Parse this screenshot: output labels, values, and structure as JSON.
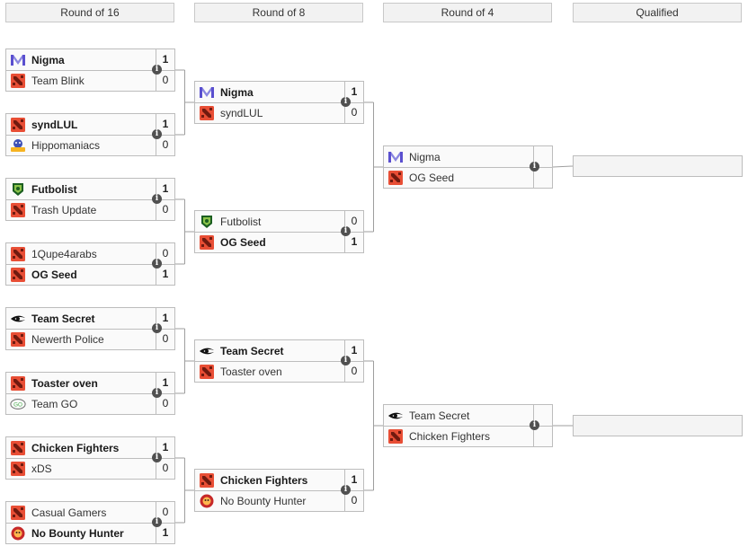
{
  "headers": [
    "Round of 16",
    "Round of 8",
    "Round of 4",
    "Qualified"
  ],
  "round16": [
    {
      "teams": [
        {
          "name": "Nigma",
          "score": "1",
          "logo": "nigma",
          "win": true
        },
        {
          "name": "Team Blink",
          "score": "0",
          "logo": "dota",
          "win": false
        }
      ]
    },
    {
      "teams": [
        {
          "name": "syndLUL",
          "score": "1",
          "logo": "dota",
          "win": true
        },
        {
          "name": "Hippomaniacs",
          "score": "0",
          "logo": "hippo",
          "win": false
        }
      ]
    },
    {
      "teams": [
        {
          "name": "Futbolist",
          "score": "1",
          "logo": "futbolist",
          "win": true
        },
        {
          "name": "Trash Update",
          "score": "0",
          "logo": "dota",
          "win": false
        }
      ]
    },
    {
      "teams": [
        {
          "name": "1Qupe4arabs",
          "score": "0",
          "logo": "dota",
          "win": false
        },
        {
          "name": "OG Seed",
          "score": "1",
          "logo": "dota",
          "win": true
        }
      ]
    },
    {
      "teams": [
        {
          "name": "Team Secret",
          "score": "1",
          "logo": "secret",
          "win": true
        },
        {
          "name": "Newerth Police",
          "score": "0",
          "logo": "dota",
          "win": false
        }
      ]
    },
    {
      "teams": [
        {
          "name": "Toaster oven",
          "score": "1",
          "logo": "dota",
          "win": true
        },
        {
          "name": "Team GO",
          "score": "0",
          "logo": "teamgo",
          "win": false
        }
      ]
    },
    {
      "teams": [
        {
          "name": "Chicken Fighters",
          "score": "1",
          "logo": "dota",
          "win": true
        },
        {
          "name": "xDS",
          "score": "0",
          "logo": "dota",
          "win": false
        }
      ]
    },
    {
      "teams": [
        {
          "name": "Casual Gamers",
          "score": "0",
          "logo": "dota",
          "win": false
        },
        {
          "name": "No Bounty Hunter",
          "score": "1",
          "logo": "nbh",
          "win": true
        }
      ]
    }
  ],
  "round8": [
    {
      "teams": [
        {
          "name": "Nigma",
          "score": "1",
          "logo": "nigma",
          "win": true
        },
        {
          "name": "syndLUL",
          "score": "0",
          "logo": "dota",
          "win": false
        }
      ]
    },
    {
      "teams": [
        {
          "name": "Futbolist",
          "score": "0",
          "logo": "futbolist",
          "win": false
        },
        {
          "name": "OG Seed",
          "score": "1",
          "logo": "dota",
          "win": true
        }
      ]
    },
    {
      "teams": [
        {
          "name": "Team Secret",
          "score": "1",
          "logo": "secret",
          "win": true
        },
        {
          "name": "Toaster oven",
          "score": "0",
          "logo": "dota",
          "win": false
        }
      ]
    },
    {
      "teams": [
        {
          "name": "Chicken Fighters",
          "score": "1",
          "logo": "dota",
          "win": true
        },
        {
          "name": "No Bounty Hunter",
          "score": "0",
          "logo": "nbh",
          "win": false
        }
      ]
    }
  ],
  "round4": [
    {
      "teams": [
        {
          "name": "Nigma",
          "score": "",
          "logo": "nigma",
          "win": false
        },
        {
          "name": "OG Seed",
          "score": "",
          "logo": "dota",
          "win": false
        }
      ]
    },
    {
      "teams": [
        {
          "name": "Team Secret",
          "score": "",
          "logo": "secret",
          "win": false
        },
        {
          "name": "Chicken Fighters",
          "score": "",
          "logo": "dota",
          "win": false
        }
      ]
    }
  ],
  "qualified": [
    "",
    ""
  ],
  "info_glyph": "i",
  "colors": {
    "dota": "#e84e35",
    "nigma": "#5a4fcf",
    "secret": "#111111",
    "futbolist": "#2e7d32",
    "line": "#9e9e9e"
  }
}
